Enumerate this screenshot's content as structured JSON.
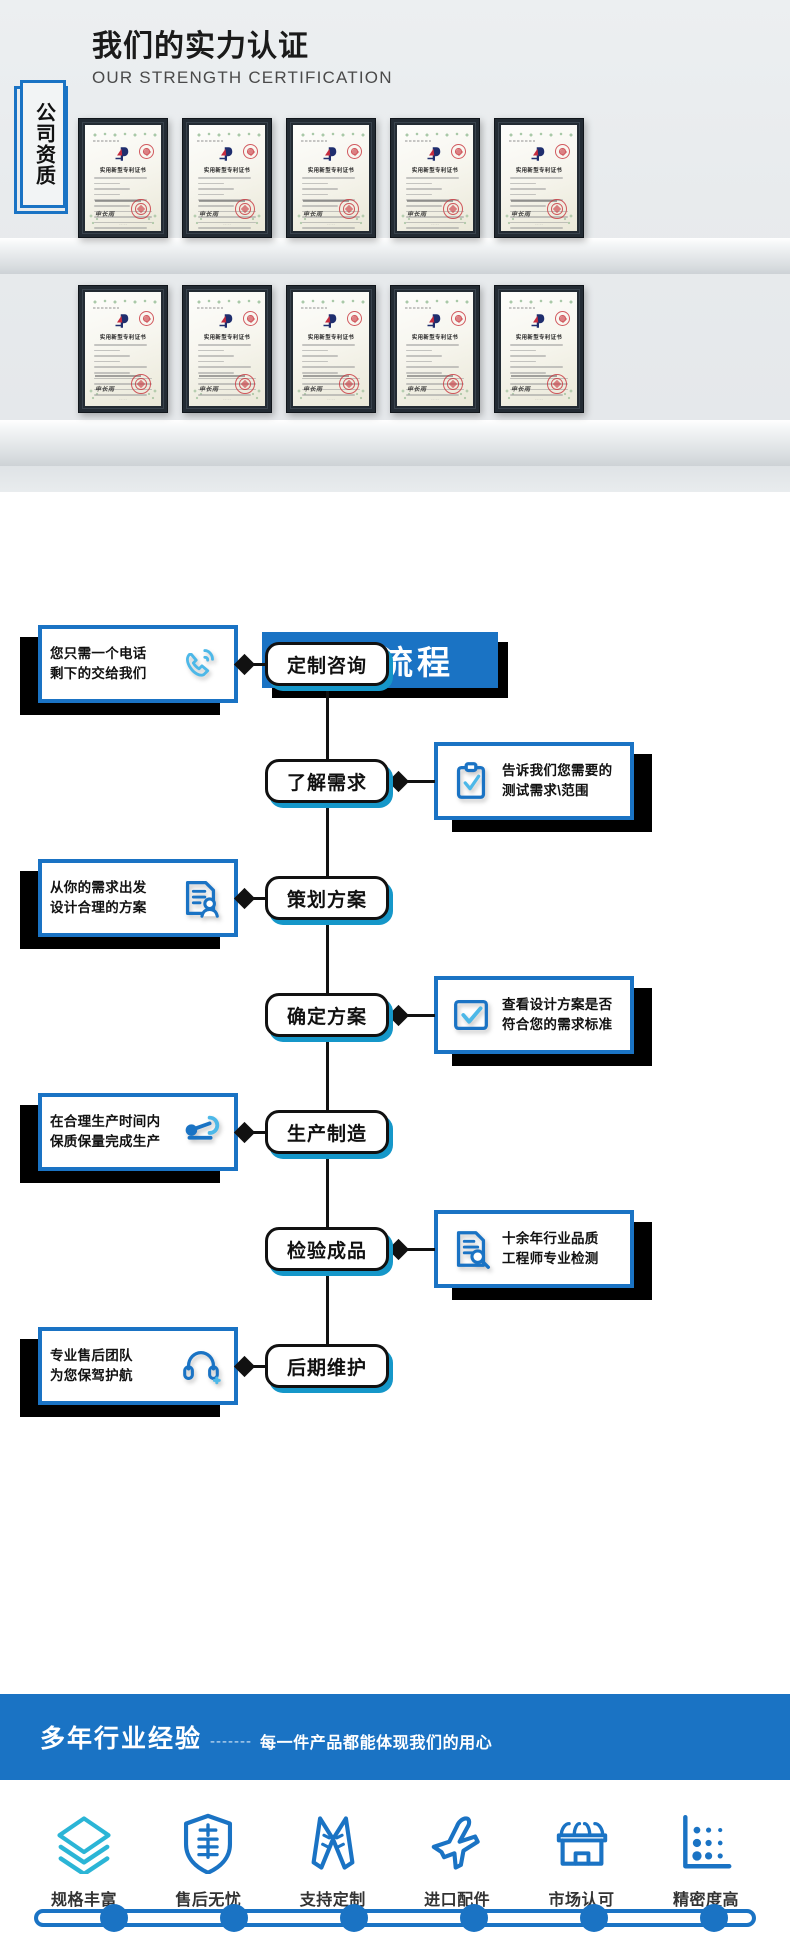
{
  "certification": {
    "heading_cn": "我们的实力认证",
    "heading_en": "OUR STRENGTH CERTIFICATION",
    "badge_text": "公司资质",
    "certificate_title": "实用新型专利证书",
    "certificate_signature": "申长雨",
    "certificates_row1_count": 5,
    "certificates_row2_count": 5,
    "accent_color": "#1a73c4",
    "frame_color": "#232b33",
    "seal_color": "#c9373f"
  },
  "process": {
    "title": "定制流程",
    "title_bg": "#1a73c4",
    "steps": [
      {
        "label": "定制咨询"
      },
      {
        "label": "了解需求"
      },
      {
        "label": "策划方案"
      },
      {
        "label": "确定方案"
      },
      {
        "label": "生产制造"
      },
      {
        "label": "检验成品"
      },
      {
        "label": "后期维护"
      }
    ],
    "cards": [
      {
        "side": "left",
        "icon": "phone-ring-icon",
        "text": "您只需一个电话\n剩下的交给我们"
      },
      {
        "side": "right",
        "icon": "clipboard-check-icon",
        "text": "告诉我们您需要的\n测试需求\\范围"
      },
      {
        "side": "left",
        "icon": "document-person-icon",
        "text": "从你的需求出发\n设计合理的方案"
      },
      {
        "side": "right",
        "icon": "checkbox-tick-icon",
        "text": "查看设计方案是否\n符合您的需求标准"
      },
      {
        "side": "left",
        "icon": "robot-arm-icon",
        "text": "在合理生产时间内\n保质保量完成生产"
      },
      {
        "side": "right",
        "icon": "document-search-icon",
        "text": "十余年行业品质\n工程师专业检测"
      },
      {
        "side": "left",
        "icon": "headset-support-icon",
        "text": "专业售后团队\n为您保驾护航"
      }
    ]
  },
  "experience": {
    "title": "多年行业经验",
    "dashes": "-------",
    "subtitle": "每一件产品都能体现我们的用心",
    "bar_color": "#1a73c4",
    "features": [
      {
        "icon": "layers-icon",
        "label": "规格丰富"
      },
      {
        "icon": "shield-sale-icon",
        "label": "售后无忧"
      },
      {
        "icon": "tools-cross-icon",
        "label": "支持定制"
      },
      {
        "icon": "airplane-icon",
        "label": "进口配件"
      },
      {
        "icon": "storefront-icon",
        "label": "市场认可"
      },
      {
        "icon": "precision-dots-icon",
        "label": "精密度高"
      }
    ],
    "track_dots": 6
  }
}
